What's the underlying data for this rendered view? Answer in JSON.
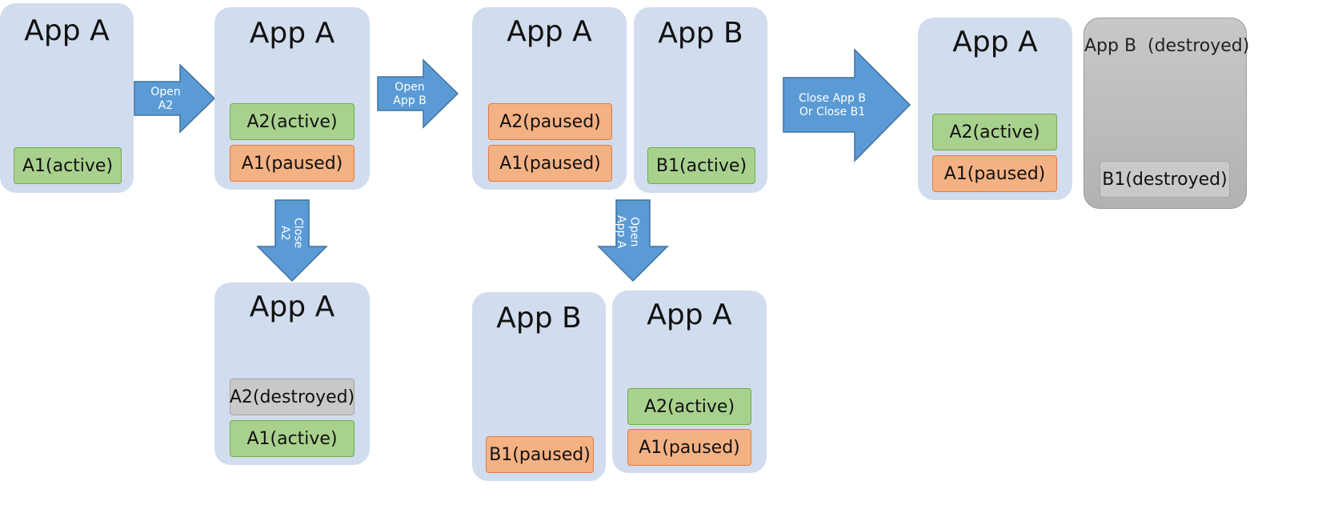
{
  "colors": {
    "app_bg": "#d1ddee",
    "active": "#a9d18e",
    "paused": "#f4b183",
    "destroyed": "#c9c9c9",
    "arrow": "#5b9bd5"
  },
  "panels": [
    {
      "title": "App A",
      "activities": [
        "A1(active)"
      ]
    },
    {
      "title": "App A",
      "activities": [
        "A2(active)",
        "A1(paused)"
      ]
    },
    {
      "title": "App A",
      "activities": [
        "A2(destroyed)",
        "A1(active)"
      ]
    },
    {
      "title": "App A",
      "activities": [
        "A2(paused)",
        "A1(paused)"
      ]
    },
    {
      "title": "App B",
      "activities": [
        "B1(active)"
      ]
    },
    {
      "title": "App B",
      "activities": [
        "B1(paused)"
      ]
    },
    {
      "title": "App A",
      "activities": [
        "A2(active)",
        "A1(paused)"
      ]
    },
    {
      "title": "App A",
      "activities": [
        "A2(active)",
        "A1(paused)"
      ]
    },
    {
      "title": "App B  (destroyed)",
      "activities": [
        "B1(destroyed)"
      ]
    }
  ],
  "arrows": [
    {
      "label": "Open\nA2"
    },
    {
      "label": "Open\nApp B"
    },
    {
      "label": "Close\nA2"
    },
    {
      "label": "Open\nApp A"
    },
    {
      "label": "Close App B\nOr Close B1"
    }
  ]
}
